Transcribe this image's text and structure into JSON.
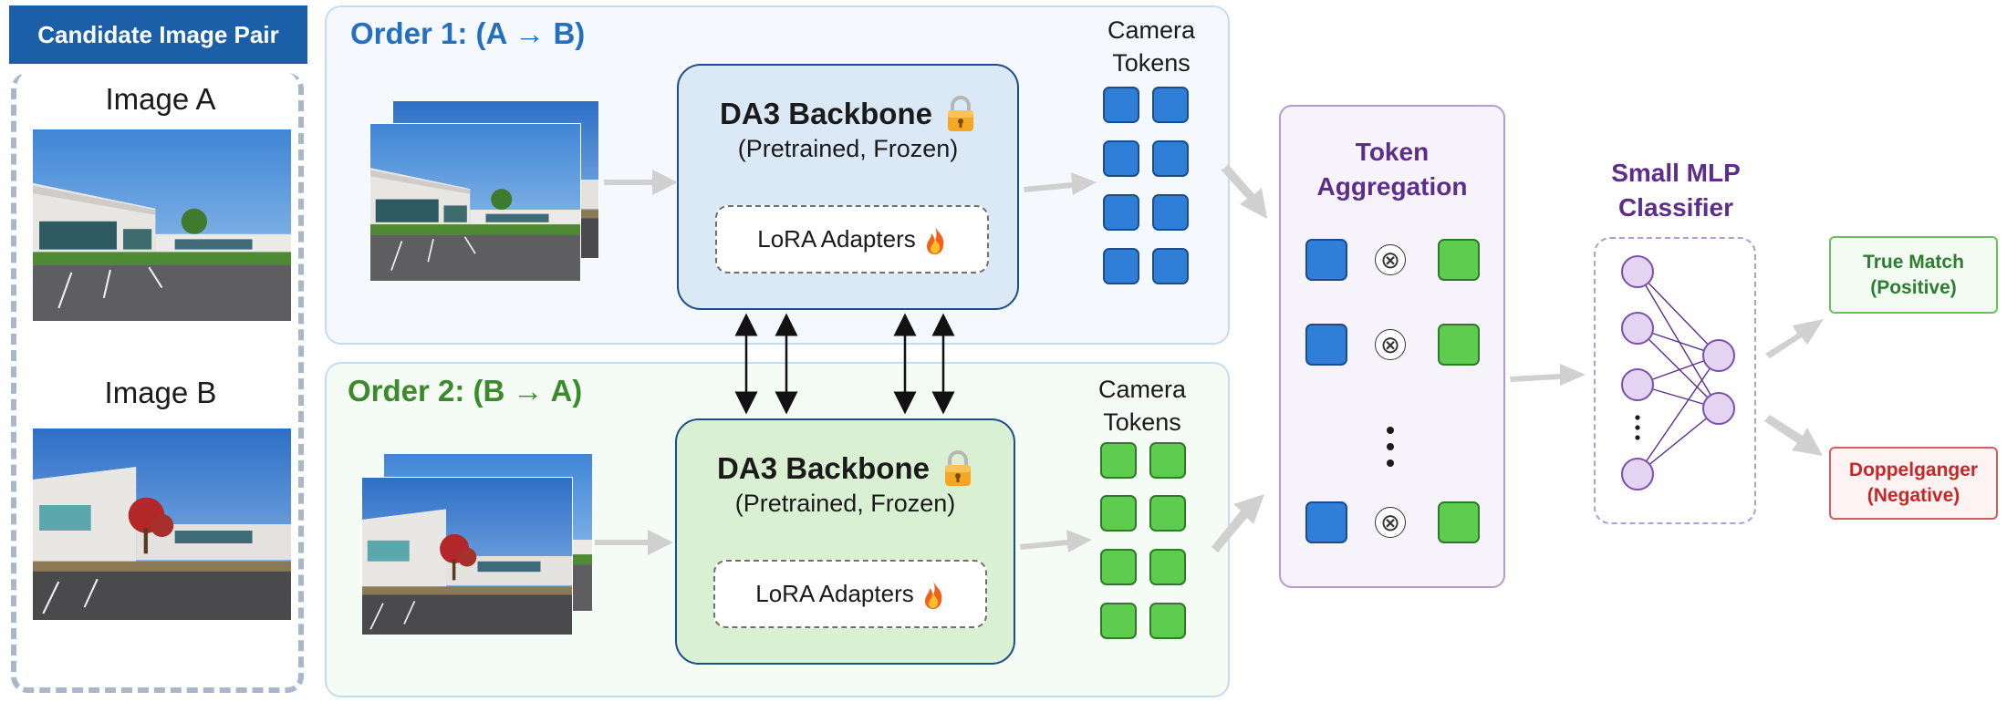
{
  "candidate": {
    "header": "Candidate Image Pair",
    "image_a_label": "Image A",
    "image_b_label": "Image B"
  },
  "order1": {
    "title": "Order 1: (A → B)",
    "backbone_title": "DA3 Backbone",
    "backbone_sub": "(Pretrained, Frozen)",
    "lora": "LoRA Adapters",
    "camera_tokens": [
      "Camera",
      "Tokens"
    ]
  },
  "order2": {
    "title": "Order 2: (B → A)",
    "backbone_title": "DA3 Backbone",
    "backbone_sub": "(Pretrained, Frozen)",
    "lora": "LoRA Adapters",
    "camera_tokens": [
      "Camera",
      "Tokens"
    ]
  },
  "aggregation": {
    "title": [
      "Token",
      "Aggregation"
    ],
    "operator": "⊗"
  },
  "classifier": {
    "title": [
      "Small MLP",
      "Classifier"
    ]
  },
  "outputs": {
    "positive": [
      "True Match",
      "(Positive)"
    ],
    "negative": [
      "Doppelganger",
      "(Negative)"
    ]
  },
  "icons": {
    "lock": "lock-icon",
    "fire": "fire-icon"
  },
  "colors": {
    "order1": "#2470bf",
    "order2": "#3c8a2b",
    "blue_token": "#2f7fd8",
    "green_token": "#5dcc4f",
    "aggregation": "#5c2d8a",
    "positive": "#2e7d32",
    "negative": "#c62828"
  }
}
